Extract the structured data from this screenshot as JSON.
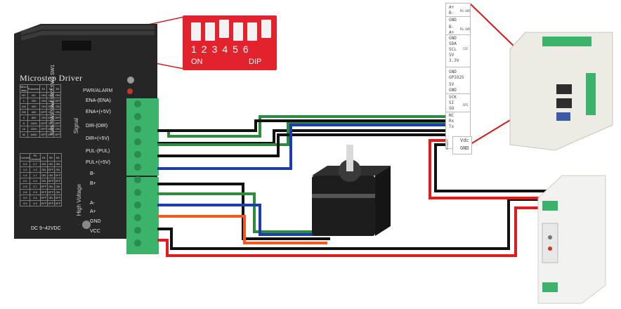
{
  "dip_switch": {
    "numbers": "123456",
    "on_label": "ON",
    "dip_label": "DIP"
  },
  "driver": {
    "title": "Microstep Driver",
    "switch_labels": "SW6 SW5 SW4 SW3 SW2 SW1",
    "power_alarm_label": "PWR/ALARM",
    "signal_label": "Signal",
    "high_voltage_label": "High Voltage",
    "dc_range": "DC 9~42VDC",
    "pins": [
      "ENA-(ENA)",
      "ENA+(+5V)",
      "DIR-(DIR)",
      "DIR+(+5V)",
      "PUL-(PUL)",
      "PUL+(+5V)",
      "B-",
      "B+",
      "A-",
      "A+",
      "GND",
      "VCC"
    ],
    "microstep_table": {
      "headers": [
        "Micro step",
        "Pulse/rev",
        "S1",
        "S2",
        "S3"
      ],
      "rows": [
        [
          "NC",
          "NC",
          "ON",
          "ON",
          "ON"
        ],
        [
          "1",
          "200",
          "ON",
          "ON",
          "OFF"
        ],
        [
          "2/A",
          "400",
          "ON",
          "OFF",
          "ON"
        ],
        [
          "2/B",
          "400",
          "OFF",
          "ON",
          "ON"
        ],
        [
          "4",
          "800",
          "ON",
          "OFF",
          "OFF"
        ],
        [
          "8",
          "1600",
          "OFF",
          "ON",
          "OFF"
        ],
        [
          "16",
          "3200",
          "OFF",
          "OFF",
          "ON"
        ],
        [
          "32",
          "6400",
          "OFF",
          "OFF",
          "OFF"
        ]
      ]
    },
    "current_table": {
      "headers": [
        "Current",
        "Pk Current",
        "S4",
        "S5",
        "S6"
      ],
      "rows": [
        [
          "0.5",
          "0.7",
          "ON",
          "ON",
          "ON"
        ],
        [
          "1.0",
          "1.2",
          "ON",
          "OFF",
          "ON"
        ],
        [
          "1.5",
          "1.7",
          "ON",
          "ON",
          "OFF"
        ],
        [
          "2.0",
          "2.2",
          "ON",
          "OFF",
          "OFF"
        ],
        [
          "2.5",
          "2.7",
          "OFF",
          "ON",
          "ON"
        ],
        [
          "2.8",
          "2.9",
          "OFF",
          "OFF",
          "ON"
        ],
        [
          "3.0",
          "3.2",
          "OFF",
          "ON",
          "OFF"
        ],
        [
          "3.5",
          "4.0",
          "OFF",
          "OFF",
          "OFF"
        ]
      ]
    }
  },
  "connector": {
    "labels": [
      "A+",
      "B-",
      "GND",
      "B-",
      "A+",
      "GND",
      "SDA",
      "SCL",
      "5V",
      "3.3V",
      "GND",
      "GPIO25",
      "5V",
      "GND",
      "SCK",
      "SI",
      "SO",
      "NC",
      "Rx",
      "Tx"
    ],
    "rs485_label": "RS-485",
    "i2c_label": "I2C",
    "spi_label": "SPI",
    "vdc_label": "Vdc",
    "gnd_label": "GND",
    "power_label": "POWER"
  },
  "colors": {
    "wire_black": "#111111",
    "wire_green": "#2e8b3e",
    "wire_blue": "#1b3ea8",
    "wire_red": "#e11b1b",
    "wire_orange": "#f05a1c",
    "terminal_green": "#3bb36a",
    "driver_body": "#232323",
    "callout_red": "#d11d1d"
  }
}
